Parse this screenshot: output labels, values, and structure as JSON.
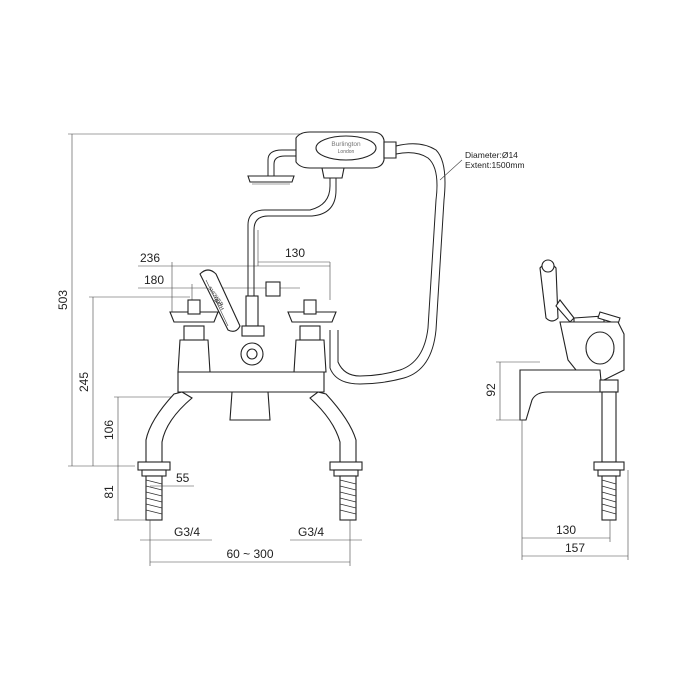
{
  "dimensions": {
    "overall_height": "503",
    "body_height": "245",
    "leg_height": "106",
    "shank_length": "81",
    "shank_width": "55",
    "width_236": "236",
    "width_180": "180",
    "width_130_top": "130",
    "thread_left": "G3/4",
    "thread_right": "G3/4",
    "centres": "60 ~ 300",
    "side_height": "92",
    "side_width_130": "130",
    "side_width_157": "157"
  },
  "annotations": {
    "hose_diameter": "Diameter:Ø14",
    "hose_extent": "Extent:1500mm"
  },
  "handset_branding": {
    "brand": "Burlington",
    "sub": "London"
  },
  "lever_label": {
    "line1": "SHOWER",
    "line2": "BATH"
  }
}
